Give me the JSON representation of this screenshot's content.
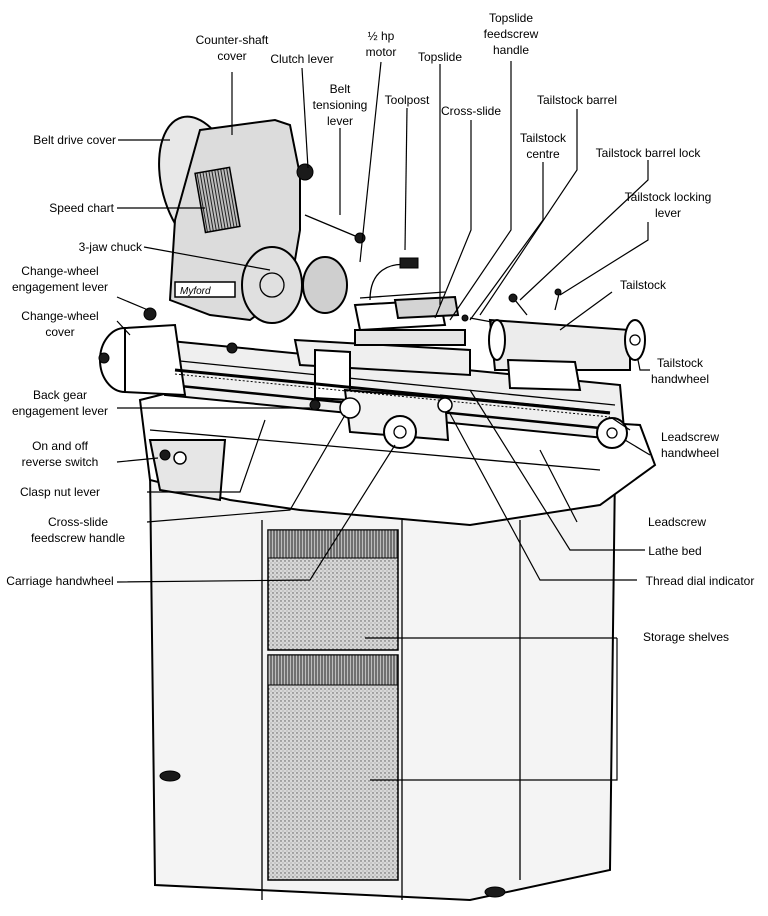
{
  "labels": [
    {
      "id": "counter-shaft-cover",
      "lines": [
        "Counter-shaft",
        "cover"
      ]
    },
    {
      "id": "clutch-lever",
      "lines": [
        "Clutch lever"
      ]
    },
    {
      "id": "half-hp-motor",
      "lines": [
        "½ hp",
        "motor"
      ]
    },
    {
      "id": "topslide",
      "lines": [
        "Topslide"
      ]
    },
    {
      "id": "topslide-feedscrew-handle",
      "lines": [
        "Topslide",
        "feedscrew",
        "handle"
      ]
    },
    {
      "id": "belt-tensioning-lever",
      "lines": [
        "Belt",
        "tensioning",
        "lever"
      ]
    },
    {
      "id": "toolpost",
      "lines": [
        "Toolpost"
      ]
    },
    {
      "id": "cross-slide",
      "lines": [
        "Cross-slide"
      ]
    },
    {
      "id": "tailstock-barrel",
      "lines": [
        "Tailstock barrel"
      ]
    },
    {
      "id": "belt-drive-cover",
      "lines": [
        "Belt drive cover"
      ]
    },
    {
      "id": "tailstock-centre",
      "lines": [
        "Tailstock",
        "centre"
      ]
    },
    {
      "id": "tailstock-barrel-lock",
      "lines": [
        "Tailstock barrel lock"
      ]
    },
    {
      "id": "speed-chart",
      "lines": [
        "Speed chart"
      ]
    },
    {
      "id": "tailstock-locking-lever",
      "lines": [
        "Tailstock locking",
        "lever"
      ]
    },
    {
      "id": "three-jaw-chuck",
      "lines": [
        "3-jaw chuck"
      ]
    },
    {
      "id": "change-wheel-engagement-lever",
      "lines": [
        "Change-wheel",
        "engagement lever"
      ]
    },
    {
      "id": "tailstock",
      "lines": [
        "Tailstock"
      ]
    },
    {
      "id": "change-wheel-cover",
      "lines": [
        "Change-wheel",
        "cover"
      ]
    },
    {
      "id": "tailstock-handwheel",
      "lines": [
        "Tailstock",
        "handwheel"
      ]
    },
    {
      "id": "back-gear-engagement-lever",
      "lines": [
        "Back gear",
        "engagement lever"
      ]
    },
    {
      "id": "leadscrew-handwheel",
      "lines": [
        "Leadscrew",
        "handwheel"
      ]
    },
    {
      "id": "on-off-reverse-switch",
      "lines": [
        "On and off",
        "reverse switch"
      ]
    },
    {
      "id": "clasp-nut-lever",
      "lines": [
        "Clasp nut lever"
      ]
    },
    {
      "id": "leadscrew",
      "lines": [
        "Leadscrew"
      ]
    },
    {
      "id": "cross-slide-feedscrew-handle",
      "lines": [
        "Cross-slide",
        "feedscrew handle"
      ]
    },
    {
      "id": "lathe-bed",
      "lines": [
        "Lathe bed"
      ]
    },
    {
      "id": "carriage-handwheel",
      "lines": [
        "Carriage handwheel"
      ]
    },
    {
      "id": "thread-dial-indicator",
      "lines": [
        "Thread dial indicator"
      ]
    },
    {
      "id": "storage-shelves",
      "lines": [
        "Storage shelves"
      ]
    }
  ],
  "plate_text": "Myford"
}
